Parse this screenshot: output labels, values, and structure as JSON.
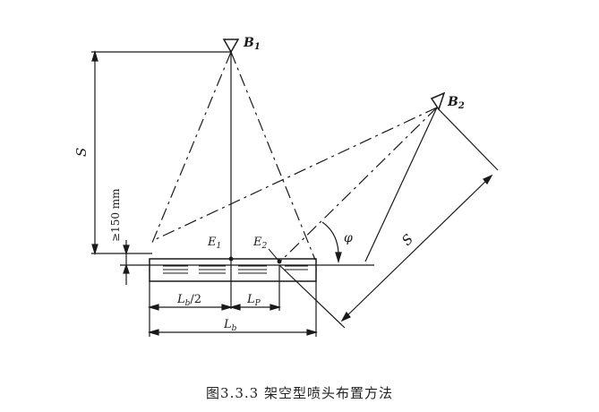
{
  "diagram": {
    "labels": {
      "b1": "B",
      "b1_sub": "1",
      "b2": "B",
      "b2_sub": "2",
      "s_vertical": "S",
      "s_slant": "S",
      "gap": "≥150 mm",
      "e1": "E",
      "e1_sub": "1",
      "e2": "E",
      "e2_sub": "2",
      "phi": "φ",
      "lb_half": "L",
      "lb_half_sub": "b",
      "lb_half_suffix": "/2",
      "lp": "L",
      "lp_sub": "P",
      "lb": "L",
      "lb_sub": "b"
    },
    "caption": "图3.3.3 架空型喷头布置方法"
  },
  "colors": {
    "line": "#1a1a1a",
    "paper": "#ffffff"
  }
}
